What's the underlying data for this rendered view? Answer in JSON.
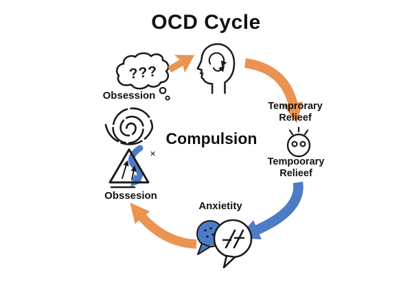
{
  "title": "OCD Cycle",
  "colors": {
    "orange": "#EB9351",
    "blue": "#4E7BC5",
    "ink": "#1a1a1a",
    "background": "#ffffff"
  },
  "nodes": {
    "obsession_top": {
      "label": "Obsession",
      "thought_marks": "???",
      "icon": "thought-cloud-icon"
    },
    "intrusive_head": {
      "icon": "head-with-looping-thoughts-icon"
    },
    "relief_upper": {
      "label": "Temprorary\nRelieef"
    },
    "relief_face": {
      "icon": "relieved-face-icon"
    },
    "relief_lower": {
      "label": "Tempoorary\nRelieef"
    },
    "anxiety": {
      "label": "Anxietity",
      "icon": "speech-bubbles-icon"
    },
    "obsession_left": {
      "label": "Obssesion",
      "x_mark": "✕",
      "icon": "triangle-arrows-icon"
    },
    "compulsion": {
      "label": "Compulsion",
      "icon": "spiral-icon"
    }
  },
  "arrows": [
    {
      "name": "arrow-obsession-to-head",
      "color": "orange",
      "direction": "up-right"
    },
    {
      "name": "arrow-head-to-relief",
      "color": "orange",
      "direction": "down-right"
    },
    {
      "name": "arrow-relief-to-anxiety",
      "color": "blue",
      "direction": "down-left"
    },
    {
      "name": "arrow-anxiety-to-obsession",
      "color": "orange",
      "direction": "up-left"
    }
  ]
}
